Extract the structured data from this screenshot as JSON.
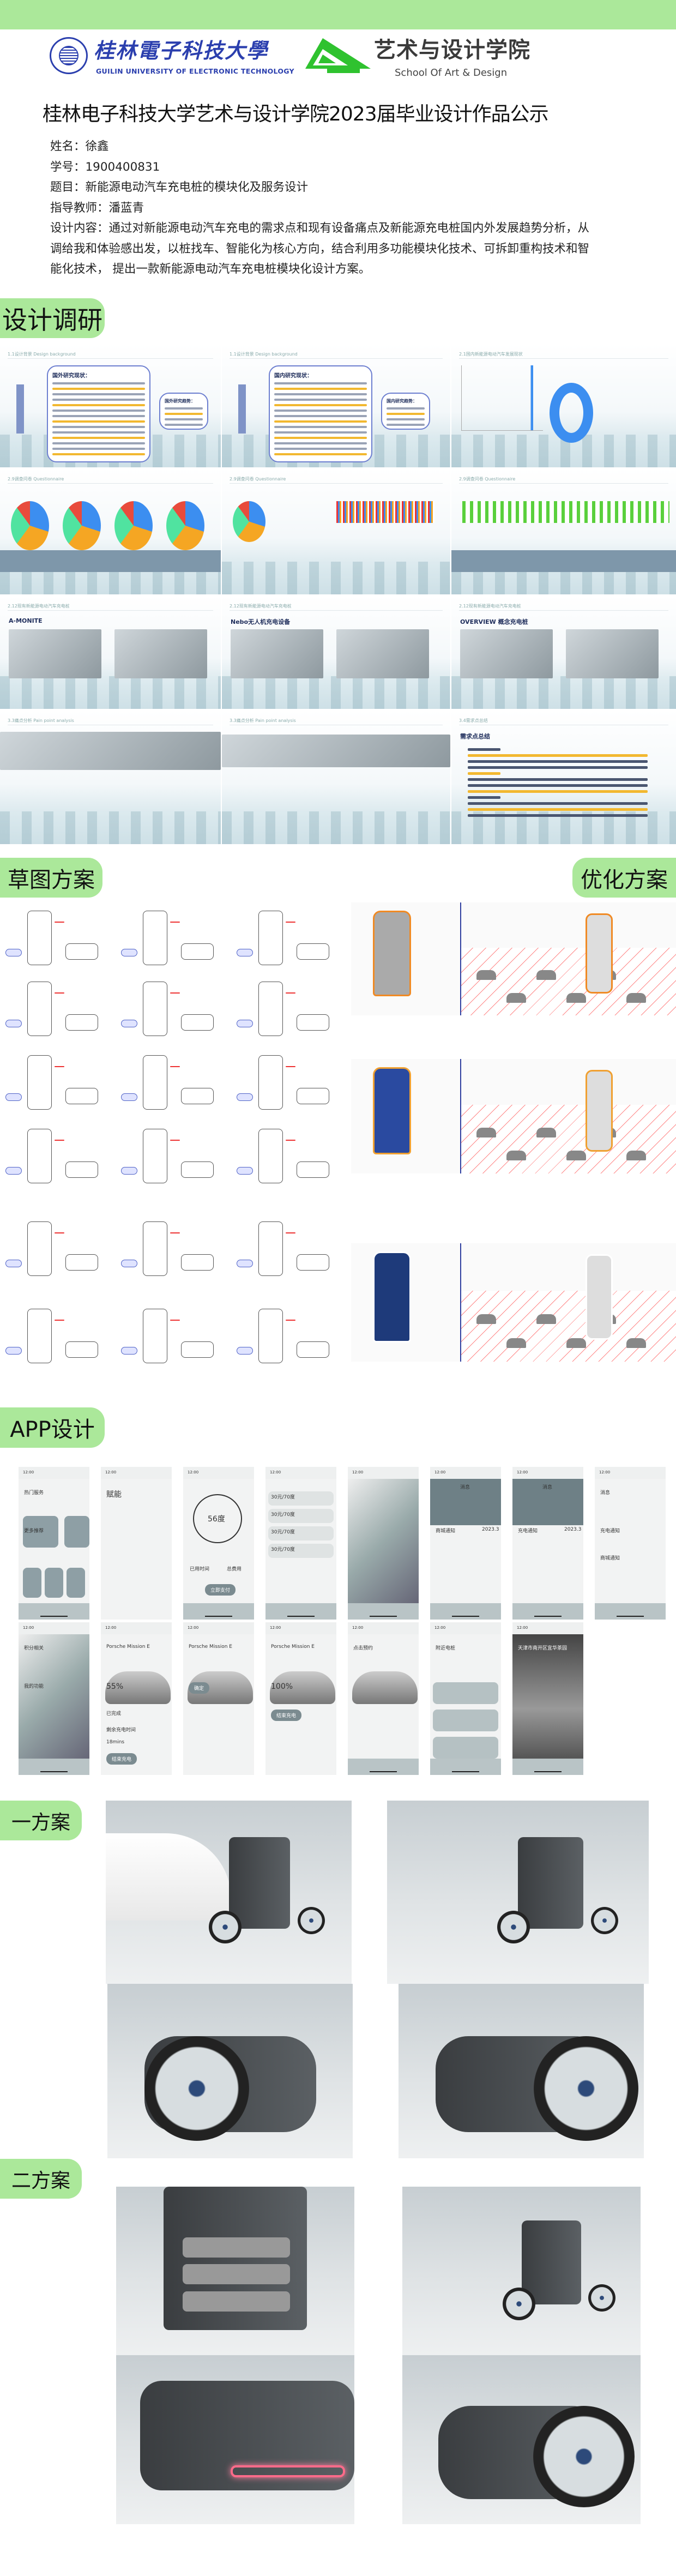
{
  "header": {
    "university_cn": "桂林電子科技大學",
    "university_en": "GUILIN UNIVERSITY OF ELECTRONIC TECHNOLOGY",
    "school_cn": "艺术与设计学院",
    "school_en": "School Of Art & Design"
  },
  "title": "桂林电子科技大学艺术与设计学院2023届毕业设计作品公示",
  "info": {
    "name": "姓名：徐鑫",
    "student_id": "学号：1900400831",
    "topic": "题目：新能源电动汽车充电桩的模块化及服务设计",
    "advisor": "指导教师：潘蓝青",
    "content": "设计内容：通过对新能源电动汽车充电的需求点和现有设备痛点及新能源充电桩国内外发展趋势分析，从调给我和体验感出发，以桩找车、智能化为核心方向，结合利用多功能模块化技术、可拆卸重构技术和智能化技术， 提出一款新能源电动汽车充电桩模块化设计方案。"
  },
  "sections": {
    "research": "设计调研",
    "sketch": "草图方案",
    "optimize": "优化方案",
    "app": "APP设计",
    "plan1": "一方案",
    "plan2": "二方案"
  },
  "research_slides": [
    {
      "head": "1.1设计背景  Design background",
      "bubble": "国外研究现状：",
      "bubble2": "国外研究趋势："
    },
    {
      "head": "1.1设计背景  Design background",
      "bubble": "国内研究现状：",
      "bubble2": "国内研究趋势："
    },
    {
      "head": "2.1国内新能源电动汽车发展现状"
    },
    {
      "head": "2.9调查问卷  Questionnaire"
    },
    {
      "head": "2.9调查问卷  Questionnaire"
    },
    {
      "head": "2.9调查问卷  Questionnaire"
    },
    {
      "head": "2.12现有新能源电动汽车充电桩",
      "label": "A-MONITE"
    },
    {
      "head": "2.12现有新能源电动汽车充电桩",
      "label": "Nebo无人机充电设备"
    },
    {
      "head": "2.12现有新能源电动汽车充电桩",
      "label": "OVERVIEW 概念充电桩"
    },
    {
      "head": "3.3痛点分析  Pain point analysis"
    },
    {
      "head": "3.3痛点分析  Pain point analysis"
    },
    {
      "head": "3.4需求点总结",
      "label": "需求点总结"
    }
  ],
  "app_screens": [
    {
      "time": "12:00",
      "texts": [
        "热门服务",
        "更多推荐"
      ]
    },
    {
      "time": "12:00",
      "texts": [
        "赋能"
      ]
    },
    {
      "time": "12:00",
      "texts": [
        "56度",
        "已用时间",
        "总费用",
        "立即支付"
      ]
    },
    {
      "time": "12:00",
      "texts": [
        "30元/70度",
        "30元/70度",
        "30元/70度",
        "30元/70度"
      ]
    },
    {
      "time": "12:00",
      "texts": []
    },
    {
      "time": "12:00",
      "texts": [
        "消息",
        "商城通知",
        "2023.3"
      ]
    },
    {
      "time": "12:00",
      "texts": [
        "消息",
        "充电通知",
        "2023.3"
      ]
    },
    {
      "time": "12:00",
      "texts": [
        "消息",
        "充电通知",
        "商城通知"
      ]
    },
    {
      "time": "12:00",
      "texts": [
        "积分相关",
        "我的功能"
      ]
    },
    {
      "time": "12:00",
      "texts": [
        "Porsche Mission E",
        "55%",
        "已完成",
        "剩余充电时间",
        "18mins",
        "结束充电"
      ]
    },
    {
      "time": "12:00",
      "texts": [
        "Porsche Mission E",
        "确定"
      ]
    },
    {
      "time": "12:00",
      "texts": [
        "Porsche Mission E",
        "100%",
        "结束充电"
      ]
    },
    {
      "time": "12:00",
      "texts": [
        "点击预约"
      ]
    },
    {
      "time": "12:00",
      "texts": [
        "附近电桩"
      ]
    },
    {
      "time": "12:00",
      "texts": [
        "天津市南开区宜华茶园"
      ]
    }
  ],
  "colors": {
    "accent": "#abe89a",
    "navy": "#2b3fae",
    "green_logo": "#2fc22f"
  }
}
